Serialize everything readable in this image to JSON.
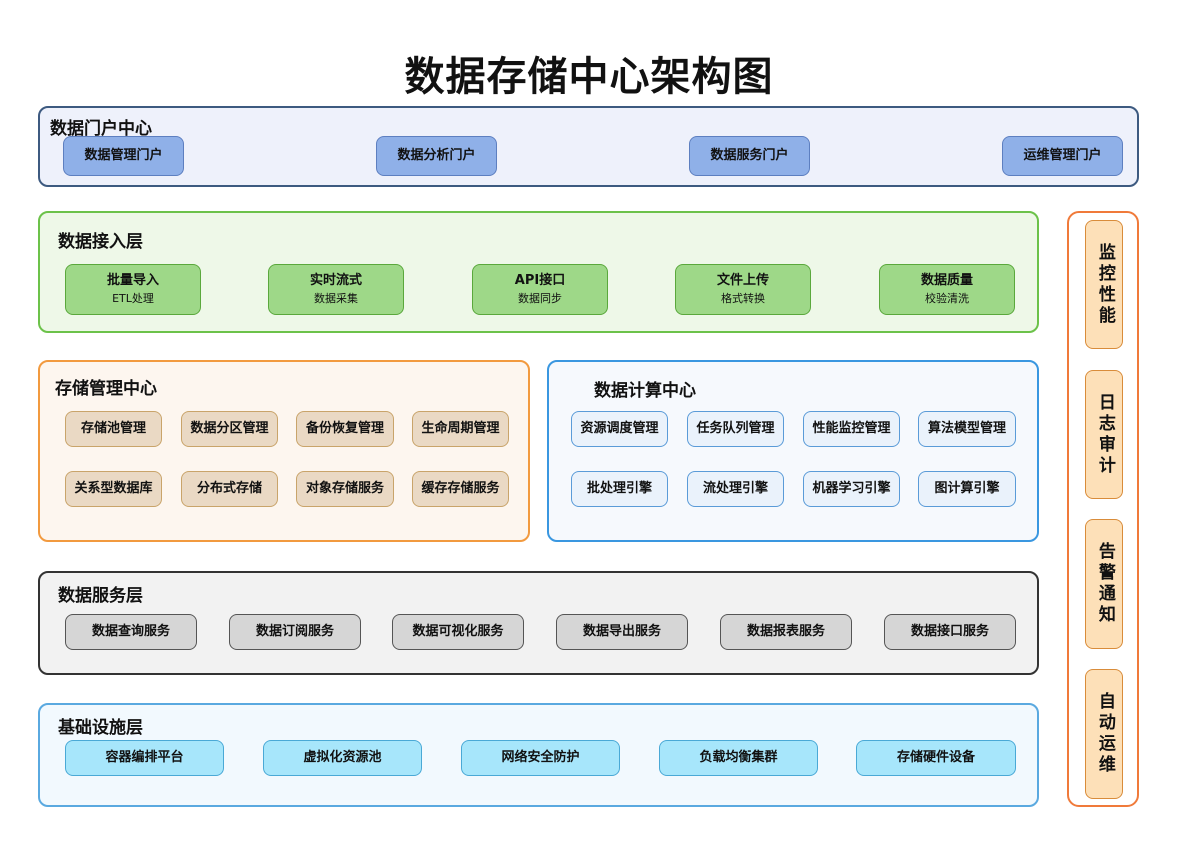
{
  "title": "数据存储中心架构图",
  "colors": {
    "portal_border": "#3d5a80",
    "portal_bg": "#eef1fb",
    "portal_box": "#8fb0e8",
    "ingest_border": "#6cc24a",
    "ingest_bg": "#eef8e8",
    "ingest_box": "#9ed888",
    "storage_border": "#f29a3f",
    "storage_bg": "#fdf6ef",
    "storage_box": "#ead9c4",
    "compute_border": "#3a97e0",
    "compute_bg": "#f6f9fd",
    "compute_box": "#eaf2fb",
    "service_border": "#333333",
    "service_bg": "#f2f2f2",
    "service_box": "#d6d6d6",
    "infra_border": "#5aa9e0",
    "infra_bg": "#f2f9fe",
    "infra_box": "#a7e6fb",
    "side_border": "#f07a3a",
    "side_box": "#fde0b8"
  },
  "portal": {
    "title": "数据门户中心",
    "items": [
      "数据管理门户",
      "数据分析门户",
      "数据服务门户",
      "运维管理门户"
    ]
  },
  "ingest": {
    "title": "数据接入层",
    "items": [
      {
        "label": "批量导入",
        "sub": "ETL处理"
      },
      {
        "label": "实时流式",
        "sub": "数据采集"
      },
      {
        "label": "API接口",
        "sub": "数据同步"
      },
      {
        "label": "文件上传",
        "sub": "格式转换"
      },
      {
        "label": "数据质量",
        "sub": "校验清洗"
      }
    ]
  },
  "storage": {
    "title": "存储管理中心",
    "items": [
      "存储池管理",
      "数据分区管理",
      "备份恢复管理",
      "生命周期管理",
      "关系型数据库",
      "分布式存储",
      "对象存储服务",
      "缓存存储服务"
    ]
  },
  "compute": {
    "title": "数据计算中心",
    "items": [
      "资源调度管理",
      "任务队列管理",
      "性能监控管理",
      "算法模型管理",
      "批处理引擎",
      "流处理引擎",
      "机器学习引擎",
      "图计算引擎"
    ]
  },
  "service": {
    "title": "数据服务层",
    "items": [
      "数据查询服务",
      "数据订阅服务",
      "数据可视化服务",
      "数据导出服务",
      "数据报表服务",
      "数据接口服务"
    ]
  },
  "infra": {
    "title": "基础设施层",
    "items": [
      "容器编排平台",
      "虚拟化资源池",
      "网络安全防护",
      "负载均衡集群",
      "存储硬件设备"
    ]
  },
  "side": {
    "items": [
      "监控性能",
      "日志审计",
      "告警通知",
      "自动运维"
    ]
  }
}
